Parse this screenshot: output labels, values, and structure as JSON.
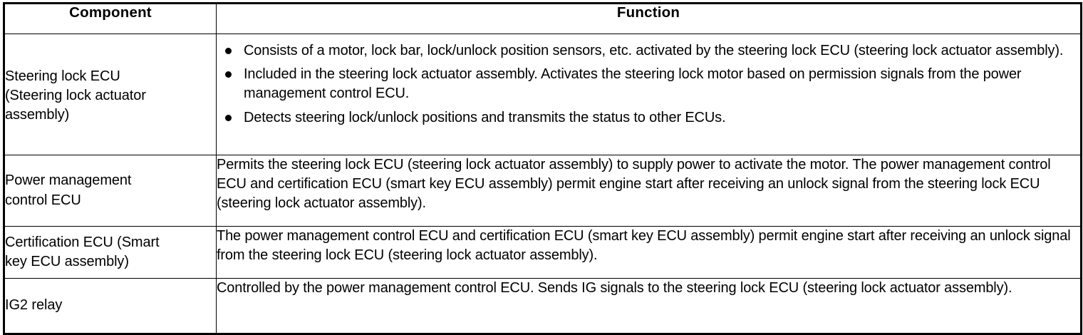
{
  "table": {
    "headers": {
      "component": "Component",
      "function": "Function"
    },
    "rows": [
      {
        "component": "Steering lock ECU (Steering lock actuator assembly)",
        "component_lines": [
          "Steering lock ECU",
          "(Steering lock actuator",
          "assembly)"
        ],
        "function_type": "bullets",
        "function_bullets": [
          "Consists of a motor, lock bar, lock/unlock position sensors, etc. activated by the steering lock ECU (steering lock actuator assembly).",
          "Included in the steering lock actuator assembly. Activates the steering lock motor based on permission signals from the power management control ECU.",
          "Detects steering lock/unlock positions and transmits the status to other ECUs."
        ]
      },
      {
        "component": "Power management control ECU",
        "component_lines": [
          "Power management",
          "control ECU"
        ],
        "function_type": "paragraph",
        "function_text": "Permits the steering lock ECU (steering lock actuator assembly) to supply power to activate the motor. The power management control ECU and certification ECU (smart key ECU assembly) permit engine start after receiving an unlock signal from the steering lock ECU (steering lock actuator assembly)."
      },
      {
        "component": "Certification ECU (Smart key ECU assembly)",
        "component_lines": [
          "Certification ECU (Smart",
          "key ECU assembly)"
        ],
        "function_type": "paragraph",
        "function_text": "The power management control ECU and certification ECU (smart key ECU assembly) permit engine start after receiving an unlock signal from the steering lock ECU (steering lock actuator assembly)."
      },
      {
        "component": "IG2 relay",
        "component_lines": [
          "IG2 relay"
        ],
        "function_type": "paragraph",
        "function_text": "Controlled by the power management control ECU. Sends IG signals to the steering lock ECU (steering lock actuator assembly)."
      }
    ]
  },
  "colors": {
    "text": "#000000",
    "background": "#ffffff",
    "border": "#000000"
  }
}
